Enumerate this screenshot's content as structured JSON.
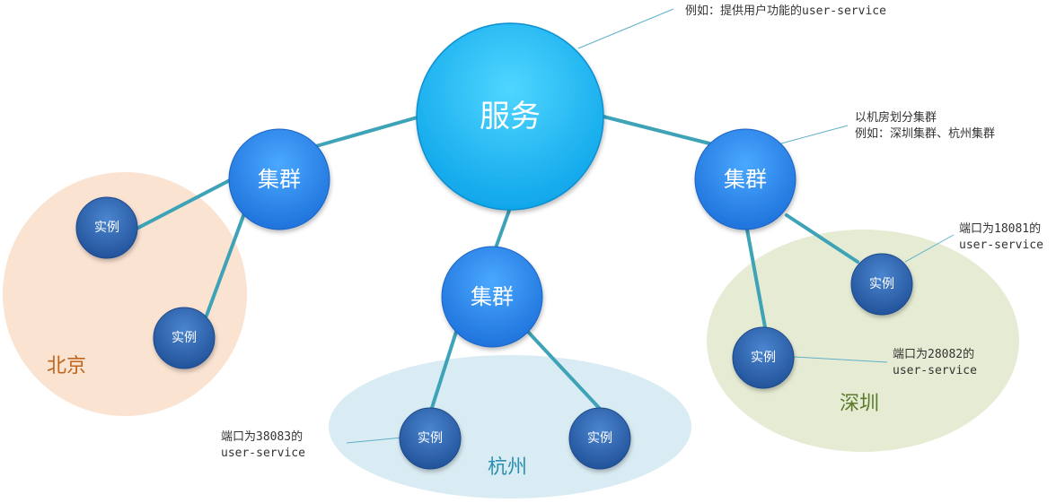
{
  "colors": {
    "link": "#3fa3b8",
    "callout": "#5fb0c8",
    "region_beijing_fill": "#fbe3d2",
    "region_beijing_text": "#c0651c",
    "region_hangzhou_fill": "#d9ecf3",
    "region_hangzhou_text": "#2c8fb0",
    "region_shenzhen_fill": "#e6ecd4",
    "region_shenzhen_text": "#5b7a2a",
    "service_fill": "#22b8f0",
    "cluster_fill": "#2a88e8",
    "instance_fill": "#2c64ad"
  },
  "service": {
    "label": "服务"
  },
  "clusters": [
    {
      "label": "集群"
    },
    {
      "label": "集群"
    },
    {
      "label": "集群"
    }
  ],
  "instances": [
    {
      "label": "实例"
    },
    {
      "label": "实例"
    },
    {
      "label": "实例"
    },
    {
      "label": "实例"
    },
    {
      "label": "实例"
    },
    {
      "label": "实例"
    }
  ],
  "regions": {
    "beijing": "北京",
    "hangzhou": "杭州",
    "shenzhen": "深圳"
  },
  "notes": {
    "service": "例如：提供用户功能的user-service",
    "cluster_line1": "以机房划分集群",
    "cluster_line2": "例如：深圳集群、杭州集群",
    "port_18081_line1": "端口为18081的",
    "port_18081_line2": "user-service",
    "port_28082_line1": "端口为28082的",
    "port_28082_line2": "user-service",
    "port_38083_line1": "端口为38083的",
    "port_38083_line2": "user-service"
  }
}
